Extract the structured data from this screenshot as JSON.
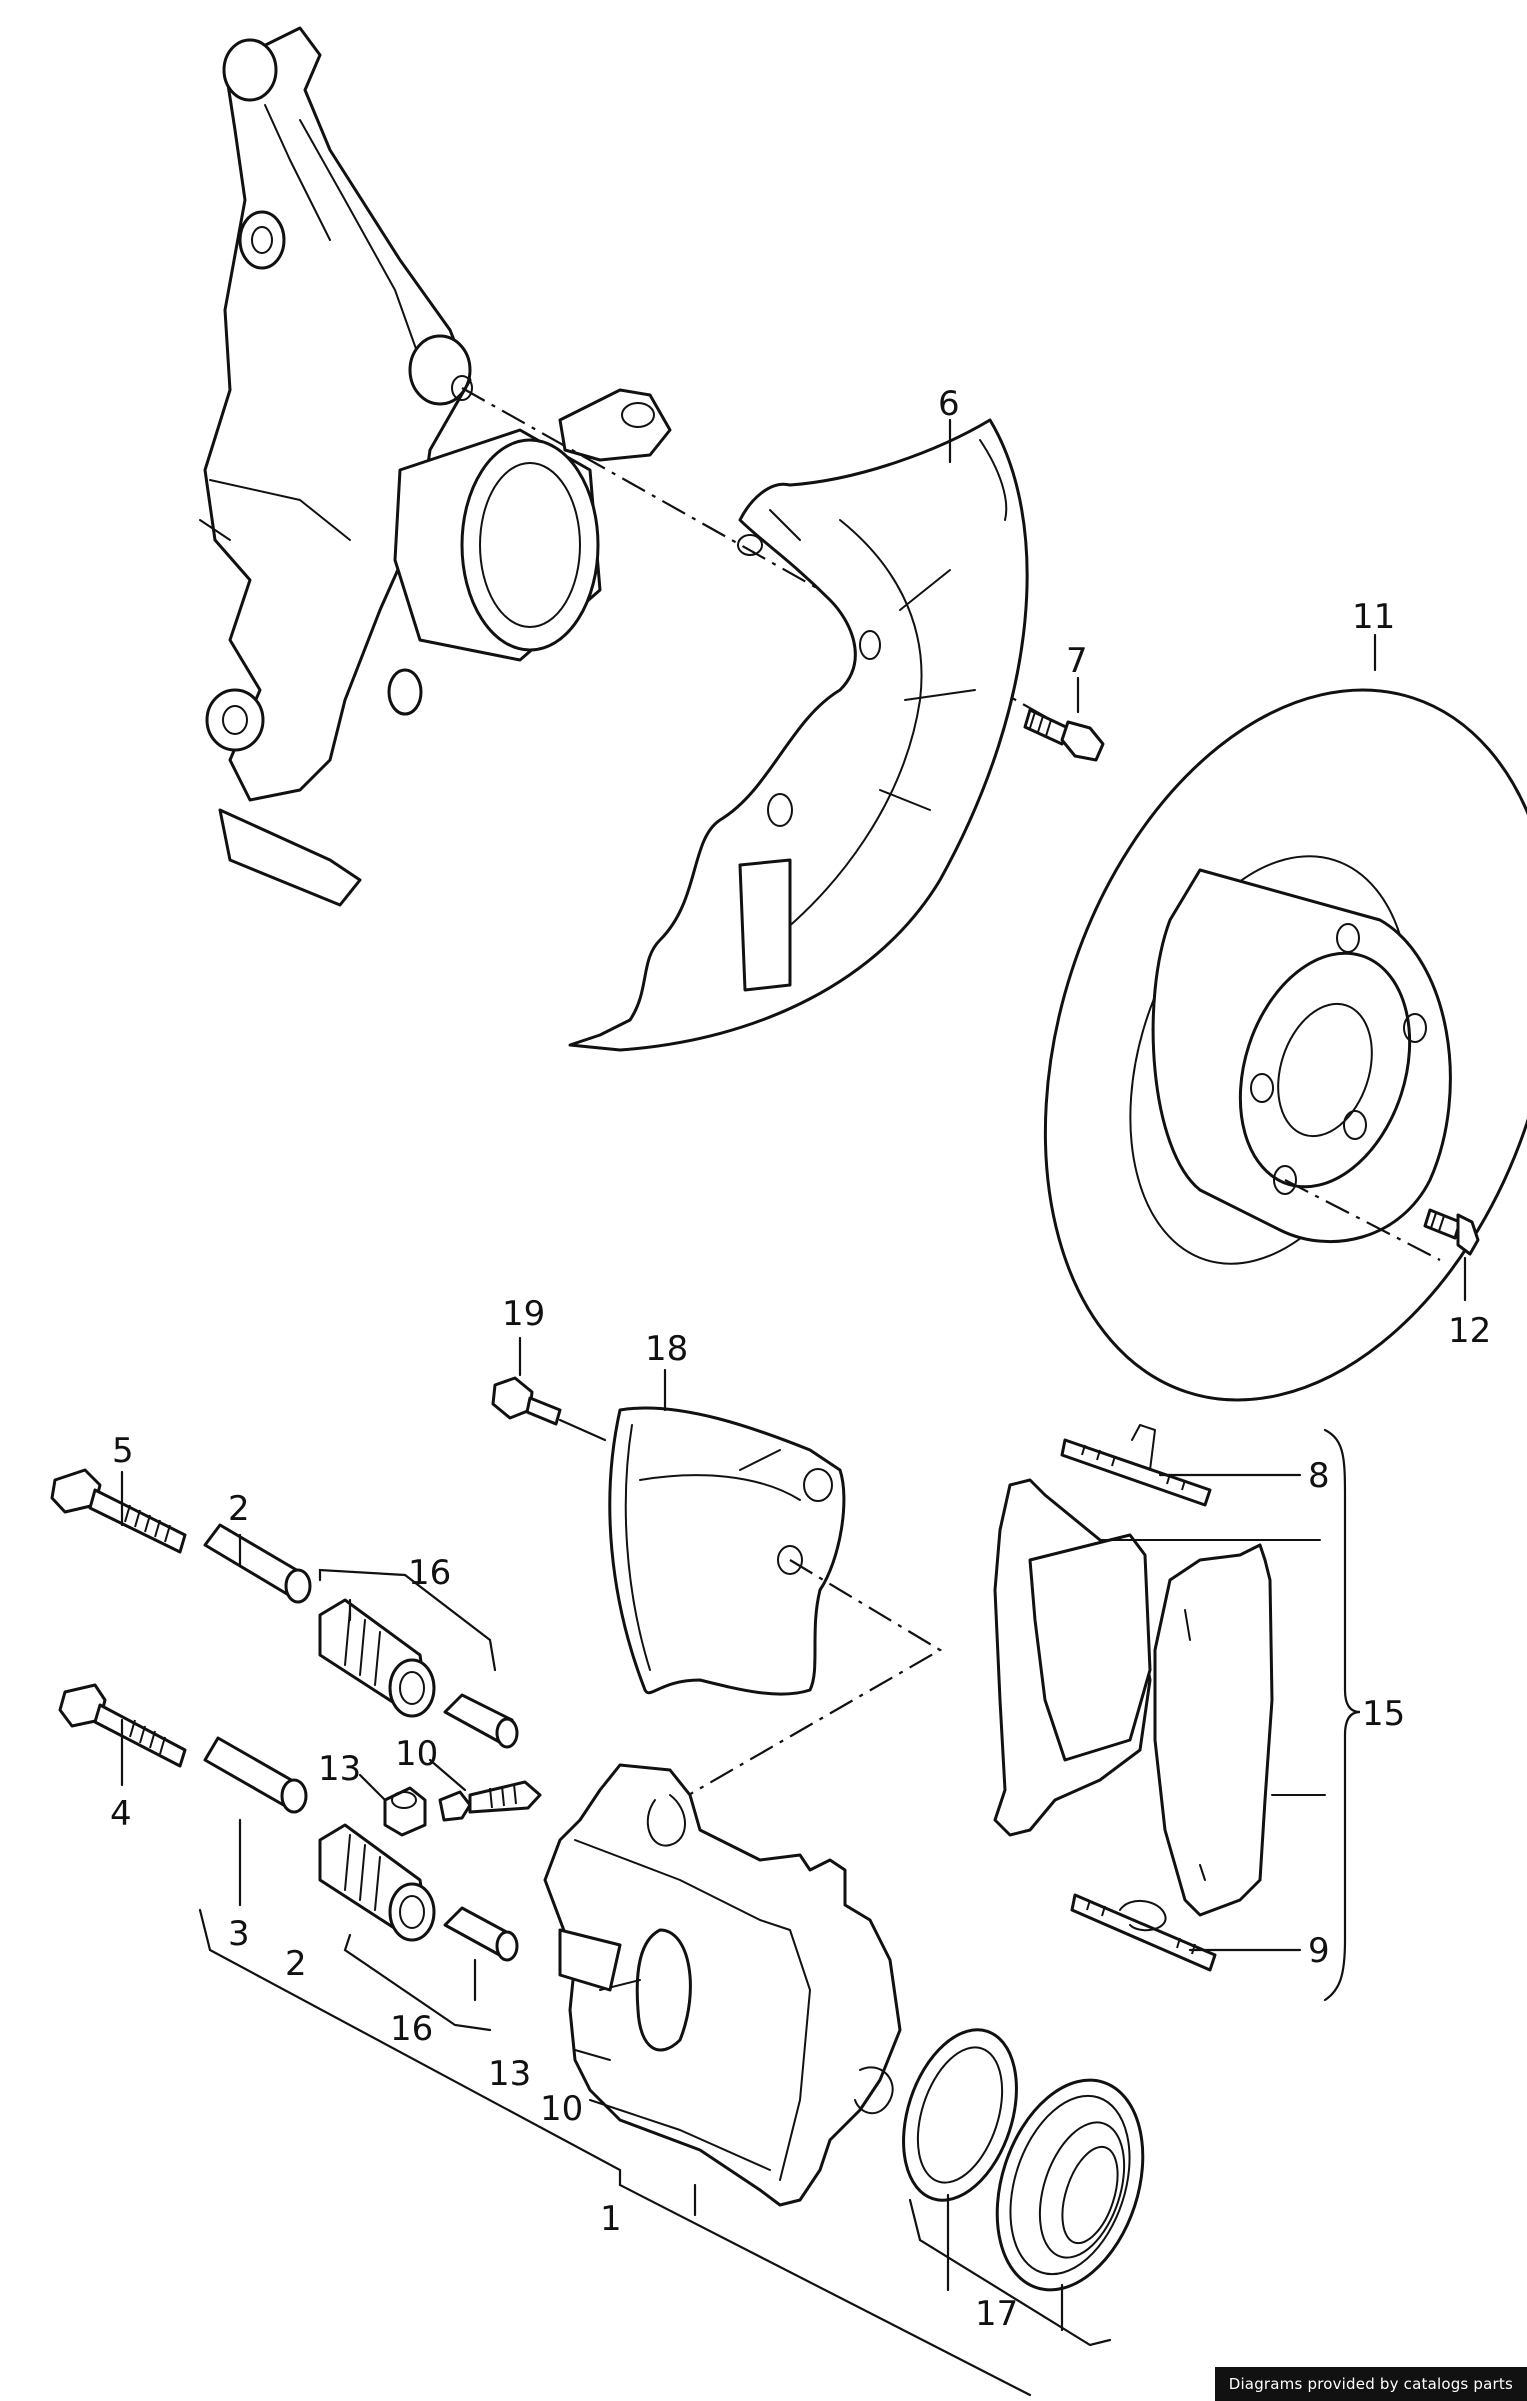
{
  "callouts": {
    "c6": "6",
    "c7": "7",
    "c11": "11",
    "c12": "12",
    "c19": "19",
    "c18": "18",
    "c5": "5",
    "c2a": "2",
    "c16a": "16",
    "c8": "8",
    "c15": "15",
    "c10a": "10",
    "c13a": "13",
    "c4": "4",
    "c3": "3",
    "c2b": "2",
    "c16b": "16",
    "c13b": "13",
    "c10b": "10",
    "c9": "9",
    "c1": "1",
    "c17": "17"
  },
  "credit": "Diagrams provided by catalogs parts",
  "colors": {
    "line": "#111111",
    "background": "#ffffff",
    "credit_bg": "#111111",
    "credit_text": "#ffffff"
  }
}
